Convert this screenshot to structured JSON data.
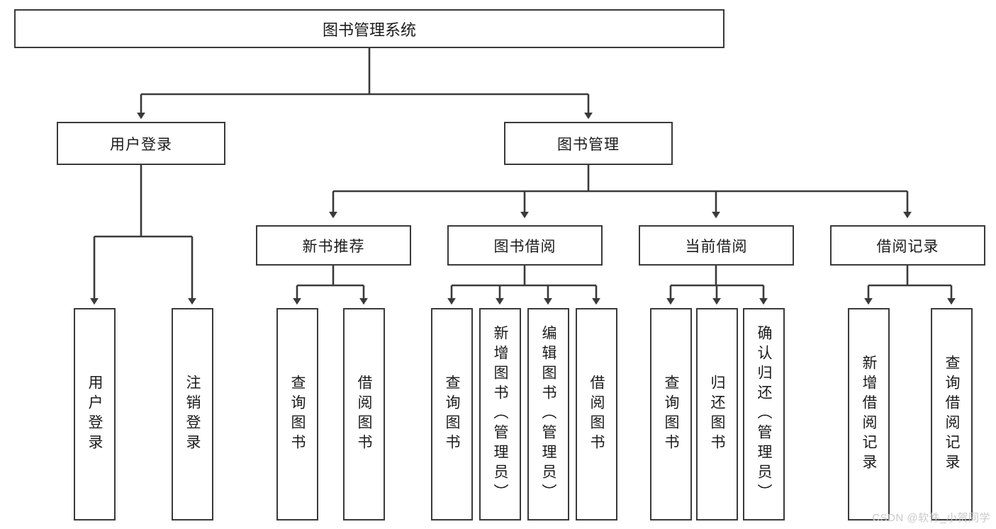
{
  "diagram": {
    "type": "tree",
    "title": "图书管理系统",
    "root": {
      "label": "图书管理系统"
    },
    "level1": [
      {
        "label": "用户登录"
      },
      {
        "label": "图书管理"
      }
    ],
    "level2": [
      {
        "label": "新书推荐"
      },
      {
        "label": "图书借阅"
      },
      {
        "label": "当前借阅"
      },
      {
        "label": "借阅记录"
      }
    ],
    "leaves": {
      "user_login": [
        {
          "label": "用户登录"
        },
        {
          "label": "注销登录"
        }
      ],
      "new_book_recommend": [
        {
          "label": "查询图书"
        },
        {
          "label": "借阅图书"
        }
      ],
      "book_borrow": [
        {
          "label": "查询图书"
        },
        {
          "label": "新增图书（管理员）"
        },
        {
          "label": "编辑图书（管理员）"
        },
        {
          "label": "借阅图书"
        }
      ],
      "current_borrow": [
        {
          "label": "查询图书"
        },
        {
          "label": "归还图书"
        },
        {
          "label": "确认归还（管理员）"
        }
      ],
      "borrow_record": [
        {
          "label": "新增借阅记录"
        },
        {
          "label": "查询借阅记录"
        }
      ]
    }
  },
  "watermark": {
    "text": "CSDN @软件_小贺同学"
  },
  "colors": {
    "box_border": "#3a3a3a",
    "box_fill": "#ffffff",
    "edge": "#3a3a3a",
    "text": "#1b1b1b",
    "watermark": "#c9c9c9"
  }
}
